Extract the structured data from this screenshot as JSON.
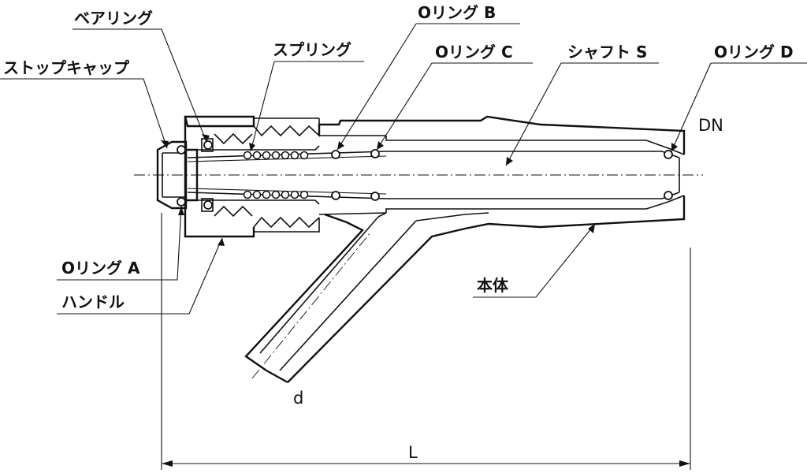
{
  "labels": {
    "bearing_ring": "ベアリング",
    "stop_cap": "ストップキャップ",
    "spring": "スプリング",
    "oring_a": "Oリング A",
    "oring_b": "Oリング B",
    "oring_c": "Oリング C",
    "oring_d": "Oリング D",
    "shaft_s": "シャフト S",
    "handle": "ハンドル",
    "body": "本体"
  },
  "dimensions": {
    "dn": "DN",
    "d": "d",
    "l": "L"
  },
  "colors": {
    "line": "#111111",
    "background": "#ffffff"
  }
}
